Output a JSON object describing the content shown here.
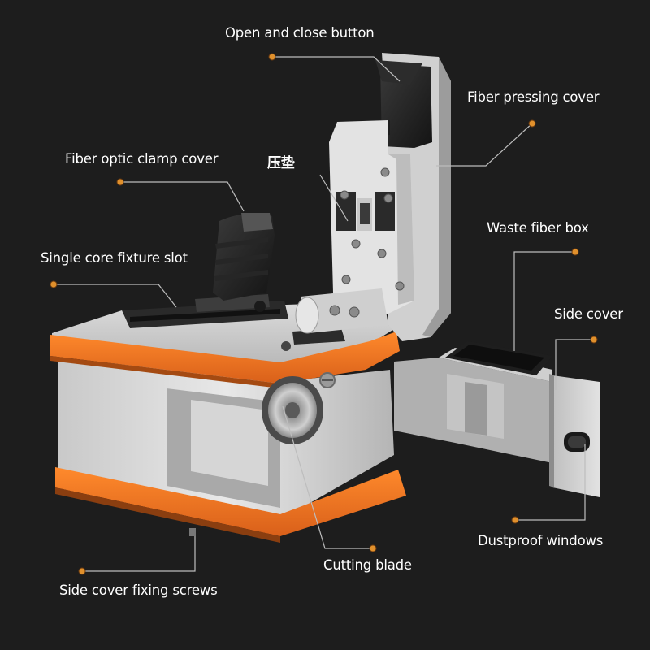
{
  "labels": {
    "open_close_button": "Open and close button",
    "fiber_pressing_cover": "Fiber pressing cover",
    "fiber_optic_clamp_cover": "Fiber optic clamp cover",
    "pressure_pad": "压垫",
    "single_core_fixture_slot": "Single core fixture slot",
    "waste_fiber_box": "Waste fiber box",
    "side_cover": "Side cover",
    "dustproof_windows": "Dustproof windows",
    "cutting_blade": "Cutting blade",
    "side_cover_fixing_screws": "Side cover fixing screws"
  },
  "colors": {
    "background": "#1d1d1d",
    "accent": "#f07a21",
    "callout_dot": "#e0902c",
    "leader_line": "#bdbdbd",
    "label_text": "#ffffff"
  }
}
